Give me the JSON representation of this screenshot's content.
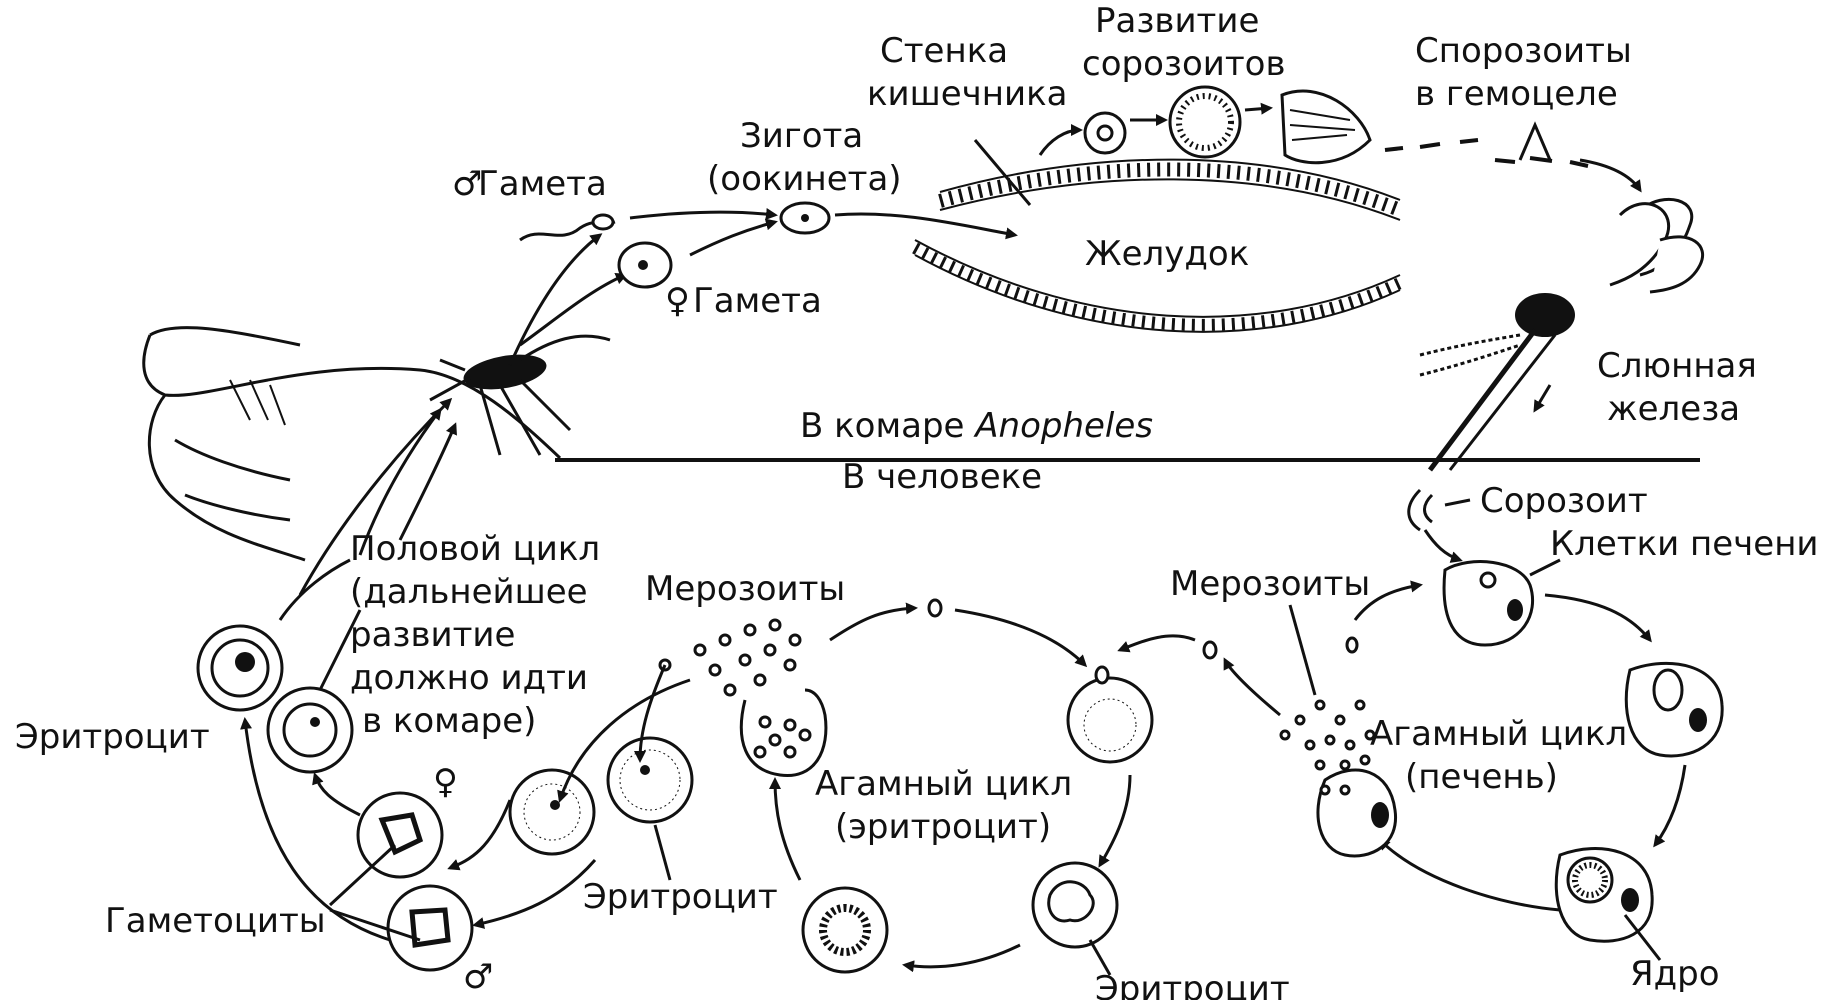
{
  "labels": {
    "male_gamete": "Гамета",
    "female_gamete": "Гамета",
    "zygote_l1": "Зигота",
    "zygote_l2": "(оокинета)",
    "gut_wall_l1": "Стенка",
    "gut_wall_l2": "кишечника",
    "sporozoite_dev_l1": "Развитие",
    "sporozoite_dev_l2": "сорозоитов",
    "hemocoel_l1": "Спорозоиты",
    "hemocoel_l2": "в гемоцеле",
    "stomach": "Желудок",
    "salivary_l1": "Слюнная",
    "salivary_l2": "железа",
    "in_mosquito": "В комаре ",
    "anopheles": "Anopheles",
    "in_human": "В человеке",
    "sorozoite": "Сорозоит",
    "liver_cells": "Клетки печени",
    "merozoites_right": "Мерозоиты",
    "merozoites_mid": "Мерозоиты",
    "agamic_liver_l1": "Агамный цикл",
    "agamic_liver_l2": "(печень)",
    "agamic_ery_l1": "Агамный цикл",
    "agamic_ery_l2": "(эритроцит)",
    "sexual_l1": "Половой цикл",
    "sexual_l2": "(дальнейшее",
    "sexual_l3": "развитие",
    "sexual_l4": "должно идти",
    "sexual_l5": "в комаре)",
    "erythrocyte_left": "Эритроцит",
    "erythrocyte_mid": "Эритроцит",
    "erythrocyte_bottom": "Эритроцит",
    "gametocytes": "Гаметоциты",
    "nucleus": "Ядро"
  },
  "symbols": {
    "male": "♂",
    "female": "♀"
  }
}
